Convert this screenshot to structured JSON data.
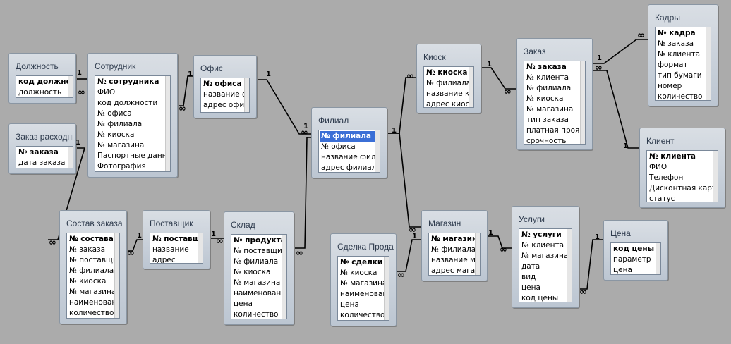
{
  "tables": {
    "dolzhnost": {
      "title": "Должность",
      "fields": [
        {
          "name": "код должности",
          "pk": true
        },
        {
          "name": "должность"
        }
      ]
    },
    "sotrudnik": {
      "title": "Сотрудник",
      "fields": [
        {
          "name": "№ сотрудника",
          "pk": true
        },
        {
          "name": "ФИО"
        },
        {
          "name": "код должности"
        },
        {
          "name": "№ офиса"
        },
        {
          "name": "№ филиала"
        },
        {
          "name": "№ киоска"
        },
        {
          "name": "№ магазина"
        },
        {
          "name": "Паспортные данные"
        },
        {
          "name": "Фотография"
        }
      ]
    },
    "ofis": {
      "title": "Офис",
      "fields": [
        {
          "name": "№ офиса",
          "pk": true
        },
        {
          "name": "название офиса"
        },
        {
          "name": "адрес офиса"
        }
      ]
    },
    "zakaz_rashod": {
      "title": "Заказ расходных материалов",
      "fields": [
        {
          "name": "№ заказа",
          "pk": true
        },
        {
          "name": "дата заказа"
        }
      ]
    },
    "filial": {
      "title": "Филиал",
      "fields": [
        {
          "name": "№ филиала",
          "pk": true,
          "selected": true
        },
        {
          "name": "№ офиса"
        },
        {
          "name": "название филиала"
        },
        {
          "name": "адрес филиала"
        }
      ]
    },
    "kiosk": {
      "title": "Киоск",
      "fields": [
        {
          "name": "№ киоска",
          "pk": true
        },
        {
          "name": "№ филиала"
        },
        {
          "name": "название киоска"
        },
        {
          "name": "адрес киоска"
        }
      ]
    },
    "zakaz": {
      "title": "Заказ",
      "fields": [
        {
          "name": "№ заказа",
          "pk": true
        },
        {
          "name": "№ клиента"
        },
        {
          "name": "№ филиала"
        },
        {
          "name": "№ киоска"
        },
        {
          "name": "№ магазина"
        },
        {
          "name": "тип заказа"
        },
        {
          "name": "платная проявка"
        },
        {
          "name": "срочность"
        }
      ]
    },
    "kadry": {
      "title": "Кадры",
      "fields": [
        {
          "name": "№ кадра",
          "pk": true
        },
        {
          "name": "№ заказа"
        },
        {
          "name": "№ клиента"
        },
        {
          "name": "формат"
        },
        {
          "name": "тип бумаги"
        },
        {
          "name": "номер"
        },
        {
          "name": "количество"
        }
      ]
    },
    "klient": {
      "title": "Клиент",
      "fields": [
        {
          "name": "№ клиента",
          "pk": true
        },
        {
          "name": "ФИО"
        },
        {
          "name": "Телефон"
        },
        {
          "name": "Дисконтная карта"
        },
        {
          "name": "статус"
        }
      ]
    },
    "sostav_zakaza": {
      "title": "Состав заказа",
      "fields": [
        {
          "name": "№ состава заказа",
          "pk": true
        },
        {
          "name": "№ заказа"
        },
        {
          "name": "№ поставщика"
        },
        {
          "name": "№ филиала"
        },
        {
          "name": "№ киоска"
        },
        {
          "name": "№ магазина"
        },
        {
          "name": "наименование"
        },
        {
          "name": "количество"
        }
      ]
    },
    "postavshik": {
      "title": "Поставщик",
      "fields": [
        {
          "name": "№ поставщика",
          "pk": true
        },
        {
          "name": "название"
        },
        {
          "name": "адрес"
        }
      ]
    },
    "sklad": {
      "title": "Склад",
      "fields": [
        {
          "name": "№ продукта",
          "pk": true
        },
        {
          "name": "№ поставщика"
        },
        {
          "name": "№ филиала"
        },
        {
          "name": "№ киоска"
        },
        {
          "name": "№ магазина"
        },
        {
          "name": "наименование"
        },
        {
          "name": "цена"
        },
        {
          "name": "количество"
        }
      ]
    },
    "sdelka": {
      "title": "Сделка Продажи",
      "fields": [
        {
          "name": "№ сделки",
          "pk": true
        },
        {
          "name": "№ киоска"
        },
        {
          "name": "№ магазина"
        },
        {
          "name": "наименование"
        },
        {
          "name": "цена"
        },
        {
          "name": "количество"
        }
      ]
    },
    "magazin": {
      "title": "Магазин",
      "fields": [
        {
          "name": "№ магазина",
          "pk": true
        },
        {
          "name": "№ филиала"
        },
        {
          "name": "название магазина"
        },
        {
          "name": "адрес магазина"
        }
      ]
    },
    "uslugi": {
      "title": "Услуги",
      "fields": [
        {
          "name": "№ услуги",
          "pk": true
        },
        {
          "name": "№ клиента"
        },
        {
          "name": "№ магазина"
        },
        {
          "name": "дата"
        },
        {
          "name": "вид"
        },
        {
          "name": "цена"
        },
        {
          "name": "код цены"
        }
      ]
    },
    "cena": {
      "title": "Цена",
      "fields": [
        {
          "name": "код цены",
          "pk": true
        },
        {
          "name": "параметр"
        },
        {
          "name": "цена"
        }
      ]
    }
  },
  "relationships": [
    {
      "one": "dolzhnost",
      "many": "sotrudnik",
      "one_label": "1",
      "many_label": "∞"
    },
    {
      "one": "ofis",
      "many": "sotrudnik",
      "one_label": "1",
      "many_label": "∞"
    },
    {
      "one": "ofis",
      "many": "filial",
      "one_label": "1",
      "many_label": "∞"
    },
    {
      "one": "filial",
      "many": "kiosk",
      "one_label": "1",
      "many_label": "∞"
    },
    {
      "one": "filial",
      "many": "magazin",
      "one_label": "1",
      "many_label": "∞"
    },
    {
      "one": "filial",
      "many": "sklad",
      "one_label": "1",
      "many_label": "∞"
    },
    {
      "one": "kiosk",
      "many": "zakaz",
      "one_label": "1",
      "many_label": "∞"
    },
    {
      "one": "zakaz",
      "many": "kadry",
      "one_label": "1",
      "many_label": "∞"
    },
    {
      "one": "klient",
      "many": "zakaz",
      "one_label": "1",
      "many_label": "∞"
    },
    {
      "one": "zakaz_rashod",
      "many": "sostav_zakaza",
      "one_label": "1",
      "many_label": "∞"
    },
    {
      "one": "postavshik",
      "many": "sostav_zakaza",
      "one_label": "1",
      "many_label": "∞"
    },
    {
      "one": "postavshik",
      "many": "sklad",
      "one_label": "1",
      "many_label": "∞"
    },
    {
      "one": "magazin",
      "many": "sdelka",
      "one_label": "1",
      "many_label": "∞"
    },
    {
      "one": "magazin",
      "many": "uslugi",
      "one_label": "1",
      "many_label": "∞"
    },
    {
      "one": "cena",
      "many": "uslugi",
      "one_label": "1",
      "many_label": "∞"
    }
  ]
}
